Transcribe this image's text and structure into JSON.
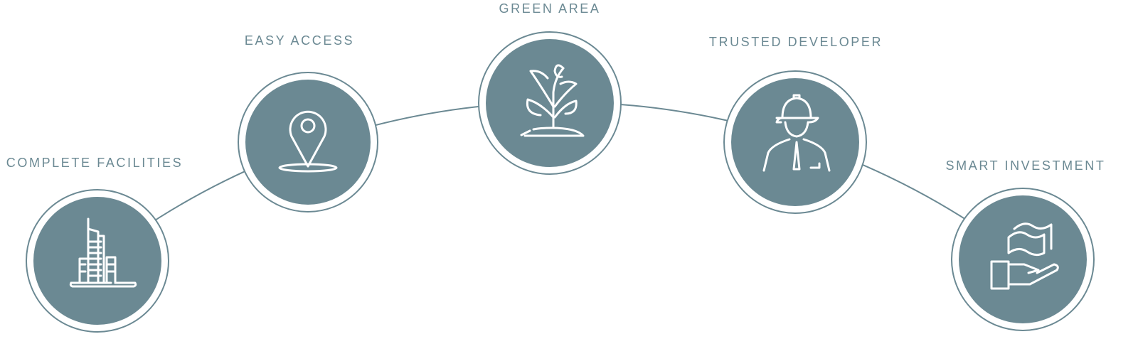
{
  "accent_color": "#6b8993",
  "features": [
    {
      "label": "COMPLETE FACILITIES",
      "icon": "buildings-icon"
    },
    {
      "label": "EASY ACCESS",
      "icon": "location-pin-icon"
    },
    {
      "label": "GREEN AREA",
      "icon": "plant-icon"
    },
    {
      "label": "TRUSTED DEVELOPER",
      "icon": "engineer-icon"
    },
    {
      "label": "SMART INVESTMENT",
      "icon": "money-hand-icon"
    }
  ]
}
